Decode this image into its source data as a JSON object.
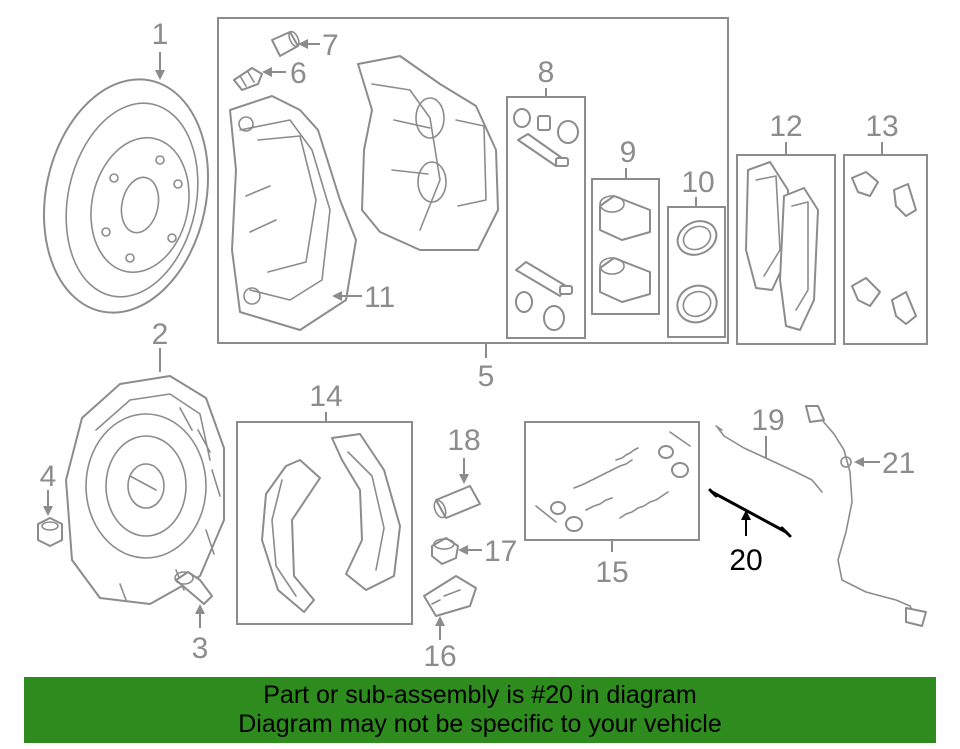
{
  "diagram": {
    "highlighted_part": "20",
    "labels": {
      "p1": "1",
      "p2": "2",
      "p3": "3",
      "p4": "4",
      "p5": "5",
      "p6": "6",
      "p7": "7",
      "p8": "8",
      "p9": "9",
      "p10": "10",
      "p11": "11",
      "p12": "12",
      "p13": "13",
      "p14": "14",
      "p15": "15",
      "p16": "16",
      "p17": "17",
      "p18": "18",
      "p19": "19",
      "p20": "20",
      "p21": "21"
    }
  },
  "banner": {
    "line1": "Part or sub-assembly is #20 in diagram",
    "line2": "Diagram may not be specific to your vehicle",
    "background": "#2e8b1e"
  },
  "colors": {
    "line": "#8c8c8c",
    "highlight": "#000000"
  }
}
